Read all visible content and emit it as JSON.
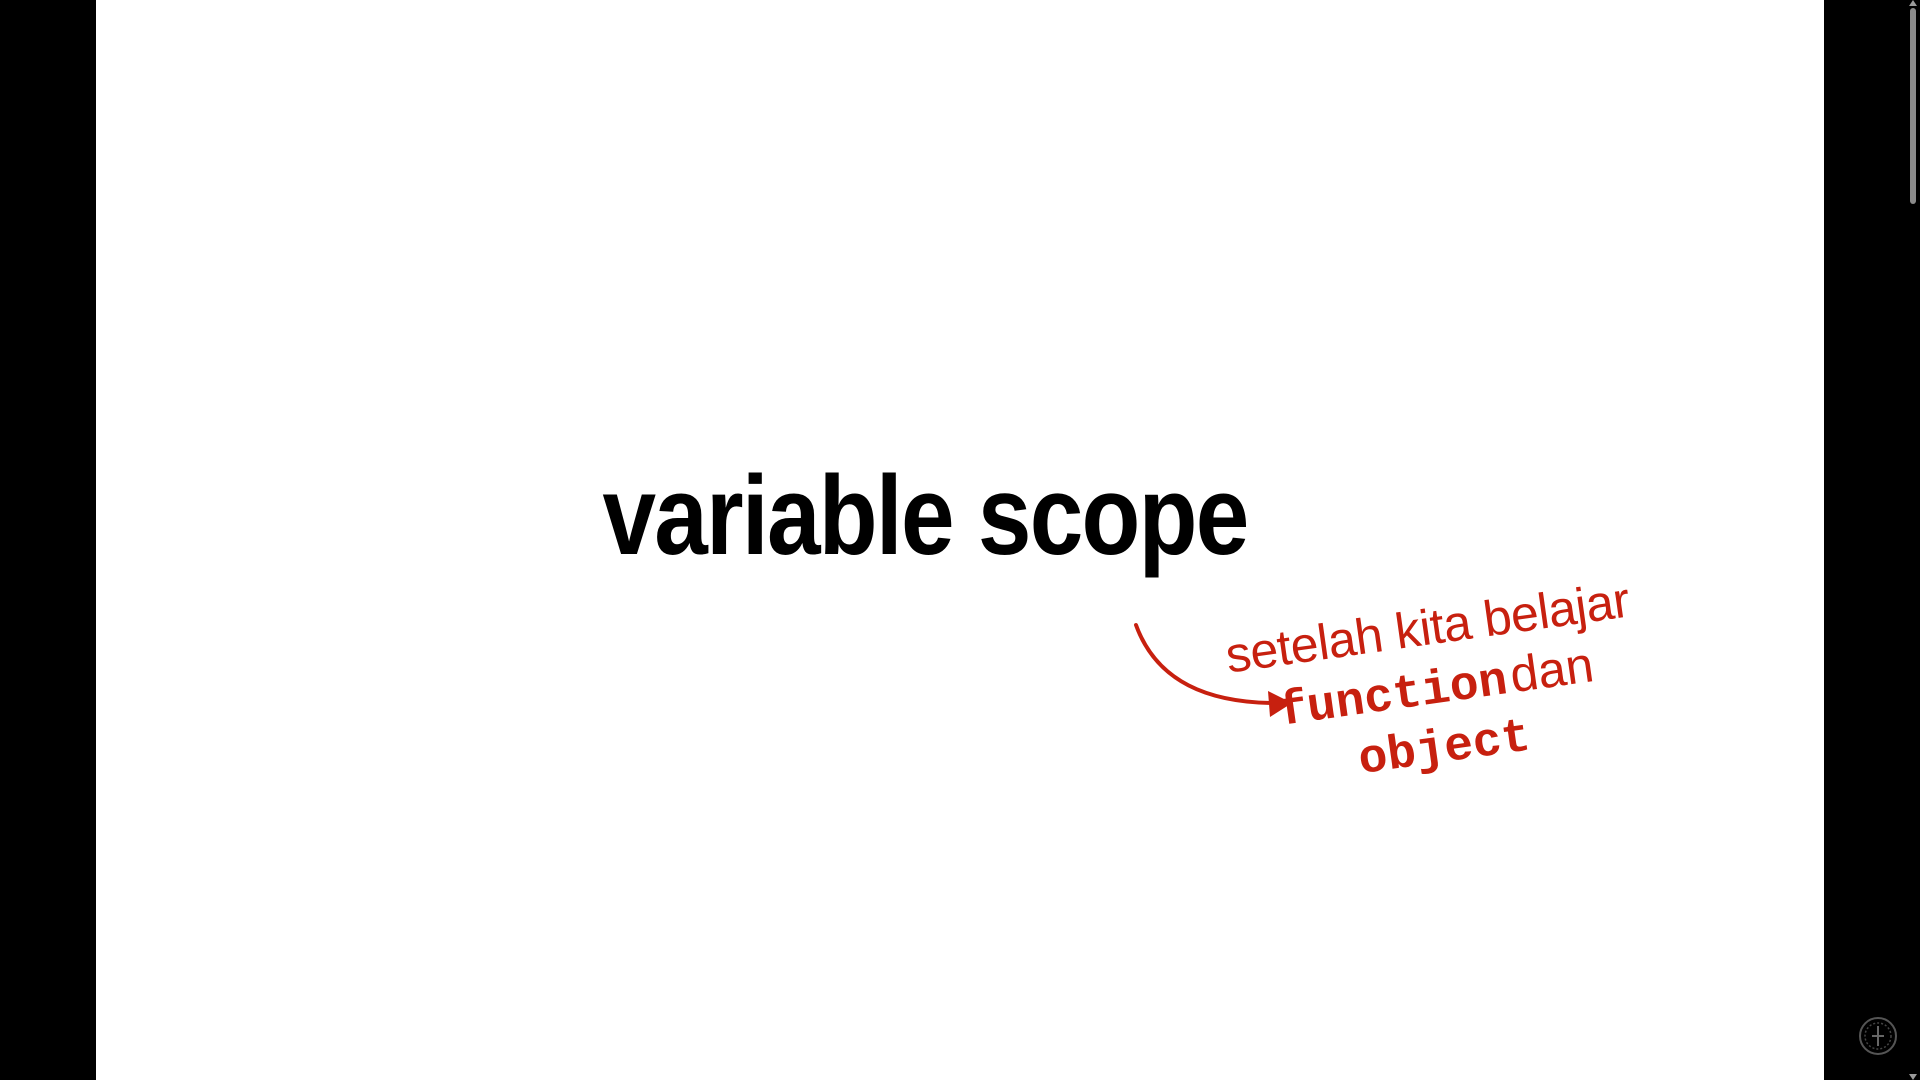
{
  "slide": {
    "title": "variable scope",
    "note": {
      "line1": "setelah kita belajar",
      "keyword1": "function",
      "connector": "dan",
      "keyword2": "object"
    }
  },
  "colors": {
    "background": "#ffffff",
    "frame": "#000000",
    "title": "#000000",
    "accent": "#c7200f"
  },
  "icons": {
    "arrow": "curved-arrow-icon",
    "logo": "channel-logo-icon"
  }
}
